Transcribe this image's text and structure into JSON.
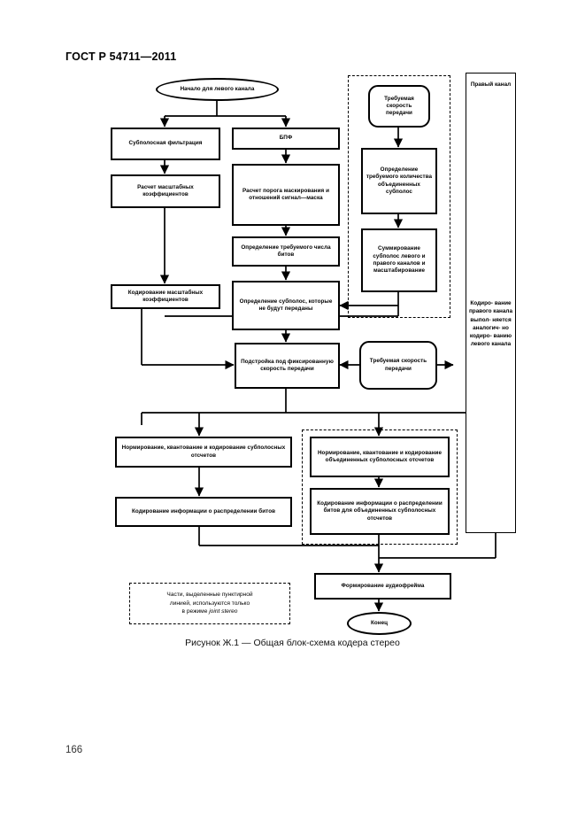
{
  "document": {
    "standard_header": "ГОСТ Р 54711—2011",
    "page_number": "166",
    "caption": "Рисунок Ж.1 — Общая блок-схема кодера стерео"
  },
  "figure": {
    "title": "Общая блок-схема кодера стерео",
    "nodes": {
      "start": "Начало для левого канала",
      "subband_filter": "Субполосная фильтрация",
      "fft": "БПФ",
      "scale_factors": "Расчет масштабных коэффициентов",
      "masking": "Расчет порога маскирования и отношений сигнал—маска",
      "bits_required": "Определение требуемого числа битов",
      "scale_coding": "Кодирование масштабных коэффициентов",
      "subbands_skipped": "Определение субполос, которые не будут переданы",
      "fixed_rate": "Подстройка под фиксированную скорость передачи",
      "bitrate_top": "Требуемая скорость передачи",
      "bitrate_mid": "Требуемая скорость передачи",
      "joint_count": "Определение требуемого количества объединенных субполос",
      "joint_sum": "Суммирование субполос левого и правого каналов и масштабирование",
      "quant_left": "Нормирование, квантование и кодирование субполосных отсчетов",
      "bits_info_left": "Кодирование информации о распределении битов",
      "quant_joint": "Нормирование, квантование и кодирование объединенных субполосных отсчетов",
      "bits_info_joint": "Кодирование информации о распределении битов для объединенных субполосных отсчетов",
      "audioframe": "Формирование аудиофрейма",
      "end": "Конец",
      "right_channel_title": "Правый канал",
      "right_channel_body": "Кодиро- вание правого канала выпол- няется аналогич- но кодиро- ванию левого канала"
    },
    "note": {
      "line1": "Части, выделенные пунктирной",
      "line2": "линией, используются только",
      "line3_prefix": "в режиме ",
      "line3_italic": "joint stereo"
    },
    "colors": {
      "stroke": "#000000",
      "fill": "#ffffff",
      "text": "#000000"
    }
  }
}
